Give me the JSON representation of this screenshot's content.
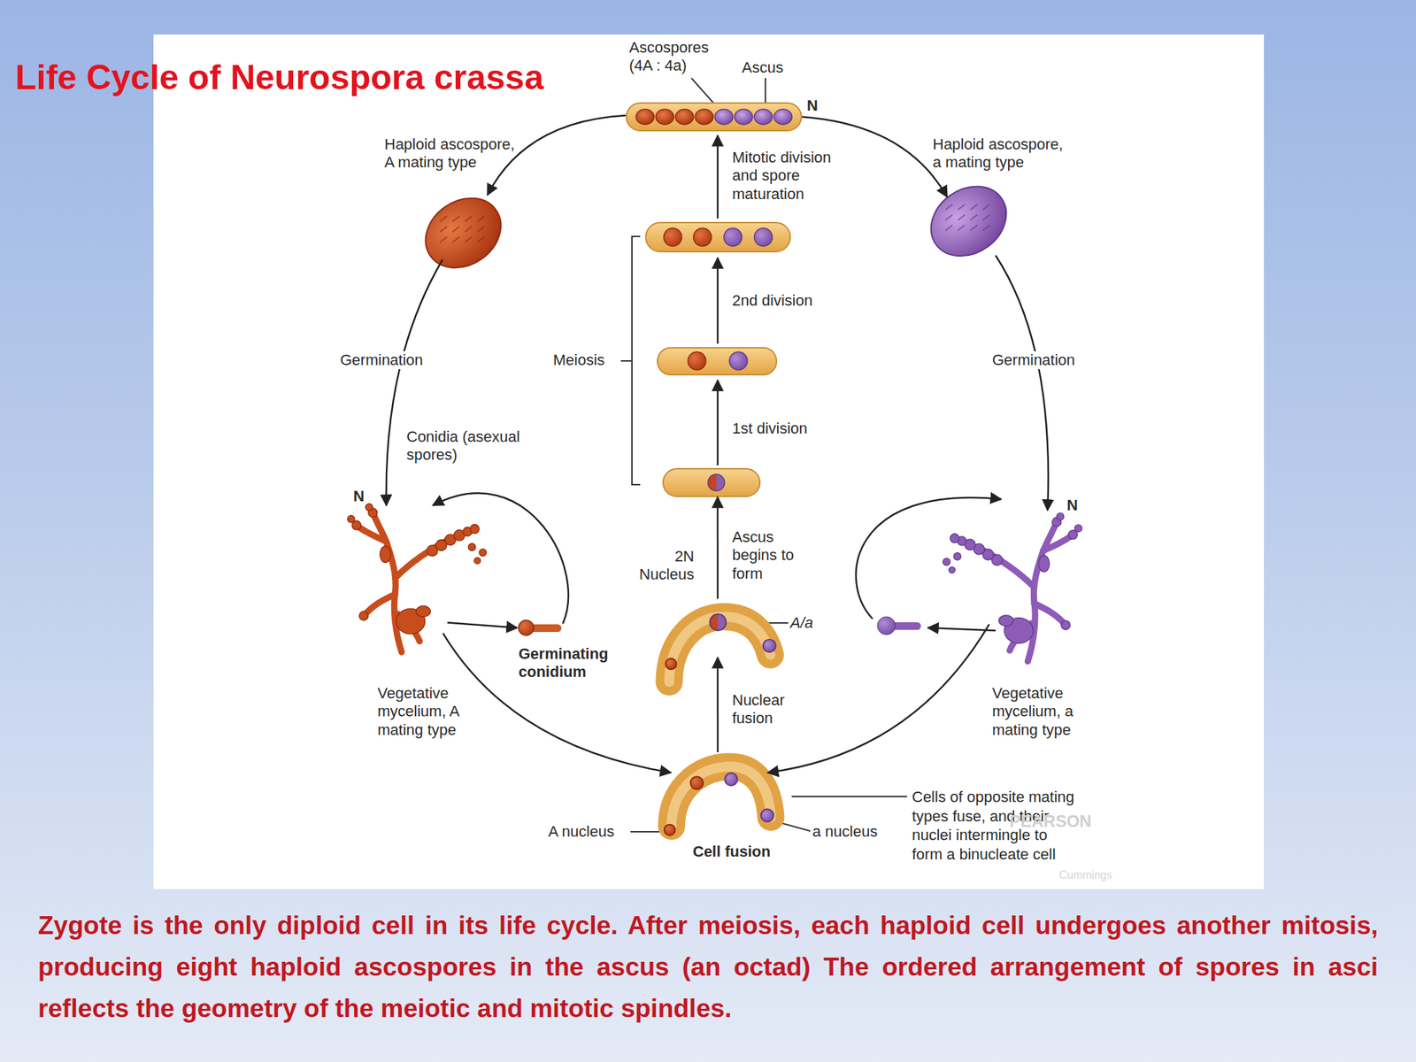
{
  "diagram": {
    "title": "Life Cycle of Neurospora crassa",
    "caption": "Zygote is the only diploid cell in its life cycle. After meiosis, each haploid cell undergoes another mitosis, producing eight haploid ascospores in the ascus (an octad) The ordered arrangement of spores in asci reflects the geometry of the meiotic and mitotic spindles.",
    "nodes": [
      {
        "text": [
          "Ascospores (4A : 4a)",
          "Ascus"
        ]
      },
      {
        "text": [
          "Haploid ascospore, A mating type"
        ]
      },
      {
        "text": [
          "Haploid ascospore, a mating type"
        ]
      },
      {
        "text": [
          "Vegetative mycelium, A mating type"
        ]
      },
      {
        "text": [
          "Germinating conidium"
        ]
      },
      {
        "text": [
          "Vegetative mycelium, a mating type"
        ]
      },
      {
        "text": [
          "Cell fusion"
        ]
      },
      {
        "text": [
          "A/a"
        ]
      },
      {
        "text": [
          "2N Nucleus"
        ]
      }
    ],
    "edges": [
      {
        "from": 0,
        "to": 1,
        "arrow": "to"
      },
      {
        "from": 0,
        "to": 2,
        "arrow": "to"
      },
      {
        "from": 1,
        "to": 3,
        "label": "Germination",
        "arrow": "to"
      },
      {
        "from": 2,
        "to": 5,
        "label": "Germination",
        "arrow": "to"
      },
      {
        "from": 3,
        "to": 4,
        "arrow": "to"
      },
      {
        "from": 4,
        "to": 3,
        "label": "Conidia (asexual spores)",
        "arrow": "to"
      },
      {
        "from": 3,
        "to": 6,
        "arrow": "to"
      },
      {
        "from": 5,
        "to": 6,
        "arrow": "to"
      },
      {
        "from": 6,
        "to": 7,
        "label": "Nuclear fusion",
        "arrow": "to"
      },
      {
        "from": 7,
        "to": 8,
        "label": "Ascus begins to form",
        "arrow": "to"
      }
    ],
    "labels": [
      "N",
      "N",
      "N",
      "Meiosis",
      "1st division",
      "2nd division",
      "Mitotic division and spore maturation",
      "A nucleus",
      "a nucleus",
      "Cells of opposite mating types fuse, and their nuclei intermingle to form a binucleate cell",
      "PEARSON",
      "Cummings"
    ]
  }
}
